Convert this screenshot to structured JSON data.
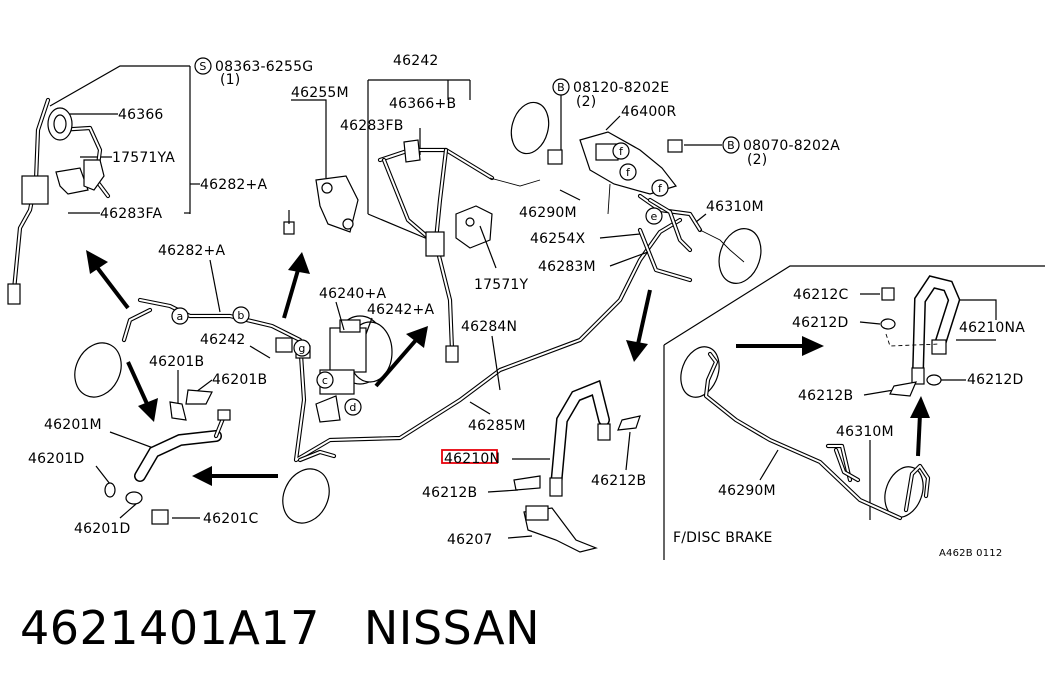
{
  "labels": {
    "ref_08363": "08363-6255G",
    "qty_08363": "(1)",
    "l_46242_top": "46242",
    "l_46366_a": "46366",
    "l_46255m": "46255M",
    "l_46366b": "46366+B",
    "l_46283fb": "46283FB",
    "l_17571ya": "17571YA",
    "l_46282a_top": "46282+A",
    "l_46283fa": "46283FA",
    "l_46282a": "46282+A",
    "l_46240a": "46240+A",
    "l_46242a": "46242+A",
    "l_46242": "46242",
    "l_46201b_1": "46201B",
    "l_46201b_2": "46201B",
    "l_46201m": "46201M",
    "l_46201d_1": "46201D",
    "l_46201d_2": "46201D",
    "l_46201c": "46201C",
    "l_46284n": "46284N",
    "l_46285m": "46285M",
    "l_46210n": "46210N",
    "l_46212b_1": "46212B",
    "l_46212b_2": "46212B",
    "l_46207": "46207",
    "l_17571y": "17571Y",
    "l_46290m": "46290M",
    "l_46254x": "46254X",
    "l_46283m": "46283M",
    "l_46310m": "46310M",
    "ref_08120": "08120-8202E",
    "qty_08120": "(2)",
    "l_46400r": "46400R",
    "ref_08070": "08070-8202A",
    "qty_08070": "(2)",
    "l_46212c": "46212C",
    "l_46212d_1": "46212D",
    "l_46210na": "46210NA",
    "l_46212d_2": "46212D",
    "l_46212b_3": "46212B",
    "l_46310m_2": "46310M",
    "l_46290m_2": "46290M",
    "l_fdisc": "F/DISC BRAKE",
    "l_code": "A462B 0112"
  },
  "circle_letters": {
    "s": "S",
    "b1": "B",
    "b2": "B",
    "a": "a",
    "b": "b",
    "c": "c",
    "d": "d",
    "e": "e",
    "f1": "f",
    "f2": "f",
    "f3": "f",
    "g": "g"
  },
  "highlight": {
    "part": "46210N",
    "color": "#e8000b"
  },
  "footer": {
    "part_number": "4621401A17",
    "brand": "NISSAN"
  }
}
